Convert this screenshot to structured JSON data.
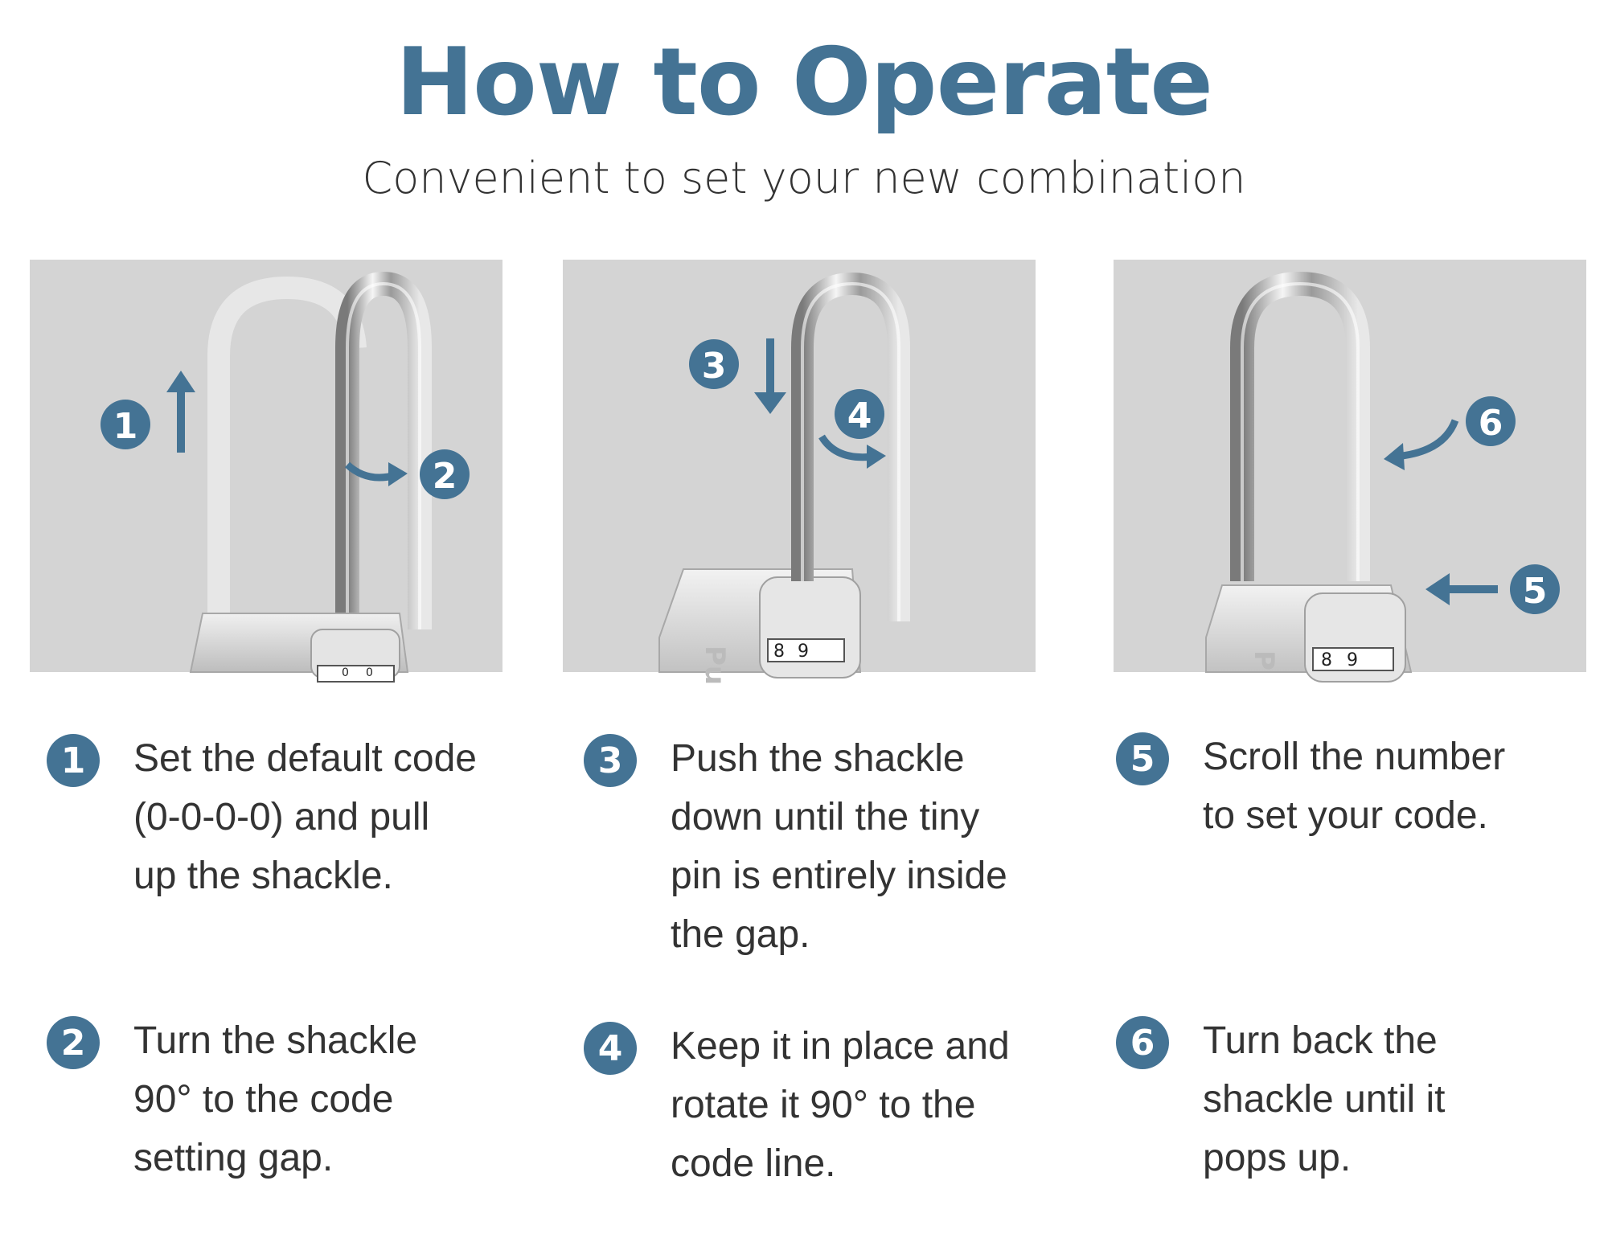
{
  "header": {
    "title": "How to Operate",
    "subtitle": "Convenient to set your new combination"
  },
  "colors": {
    "accent": "#447394",
    "panel_bg": "#d4d4d4",
    "text": "#333333"
  },
  "panels": [
    {
      "markers": [
        "1",
        "2"
      ],
      "dial_digits": [
        "0",
        "0"
      ]
    },
    {
      "markers": [
        "3",
        "4"
      ],
      "dial_digits": [
        "8",
        "9"
      ],
      "brand_fragment": "Pu"
    },
    {
      "markers": [
        "6",
        "5"
      ],
      "dial_digits": [
        "8",
        "9"
      ],
      "brand_fragment": "P"
    }
  ],
  "steps": [
    {
      "number": "1",
      "text": "Set the default code\n(0-0-0-0) and pull\nup the shackle."
    },
    {
      "number": "2",
      "text": "Turn the shackle\n90° to the code\nsetting gap."
    },
    {
      "number": "3",
      "text": "Push the shackle\ndown until the tiny\npin is entirely inside\nthe gap."
    },
    {
      "number": "4",
      "text": "Keep it in place and\nrotate it 90° to the\ncode line."
    },
    {
      "number": "5",
      "text": "Scroll the number\nto set your code."
    },
    {
      "number": "6",
      "text": "Turn back the\nshackle until it\npops up."
    }
  ]
}
